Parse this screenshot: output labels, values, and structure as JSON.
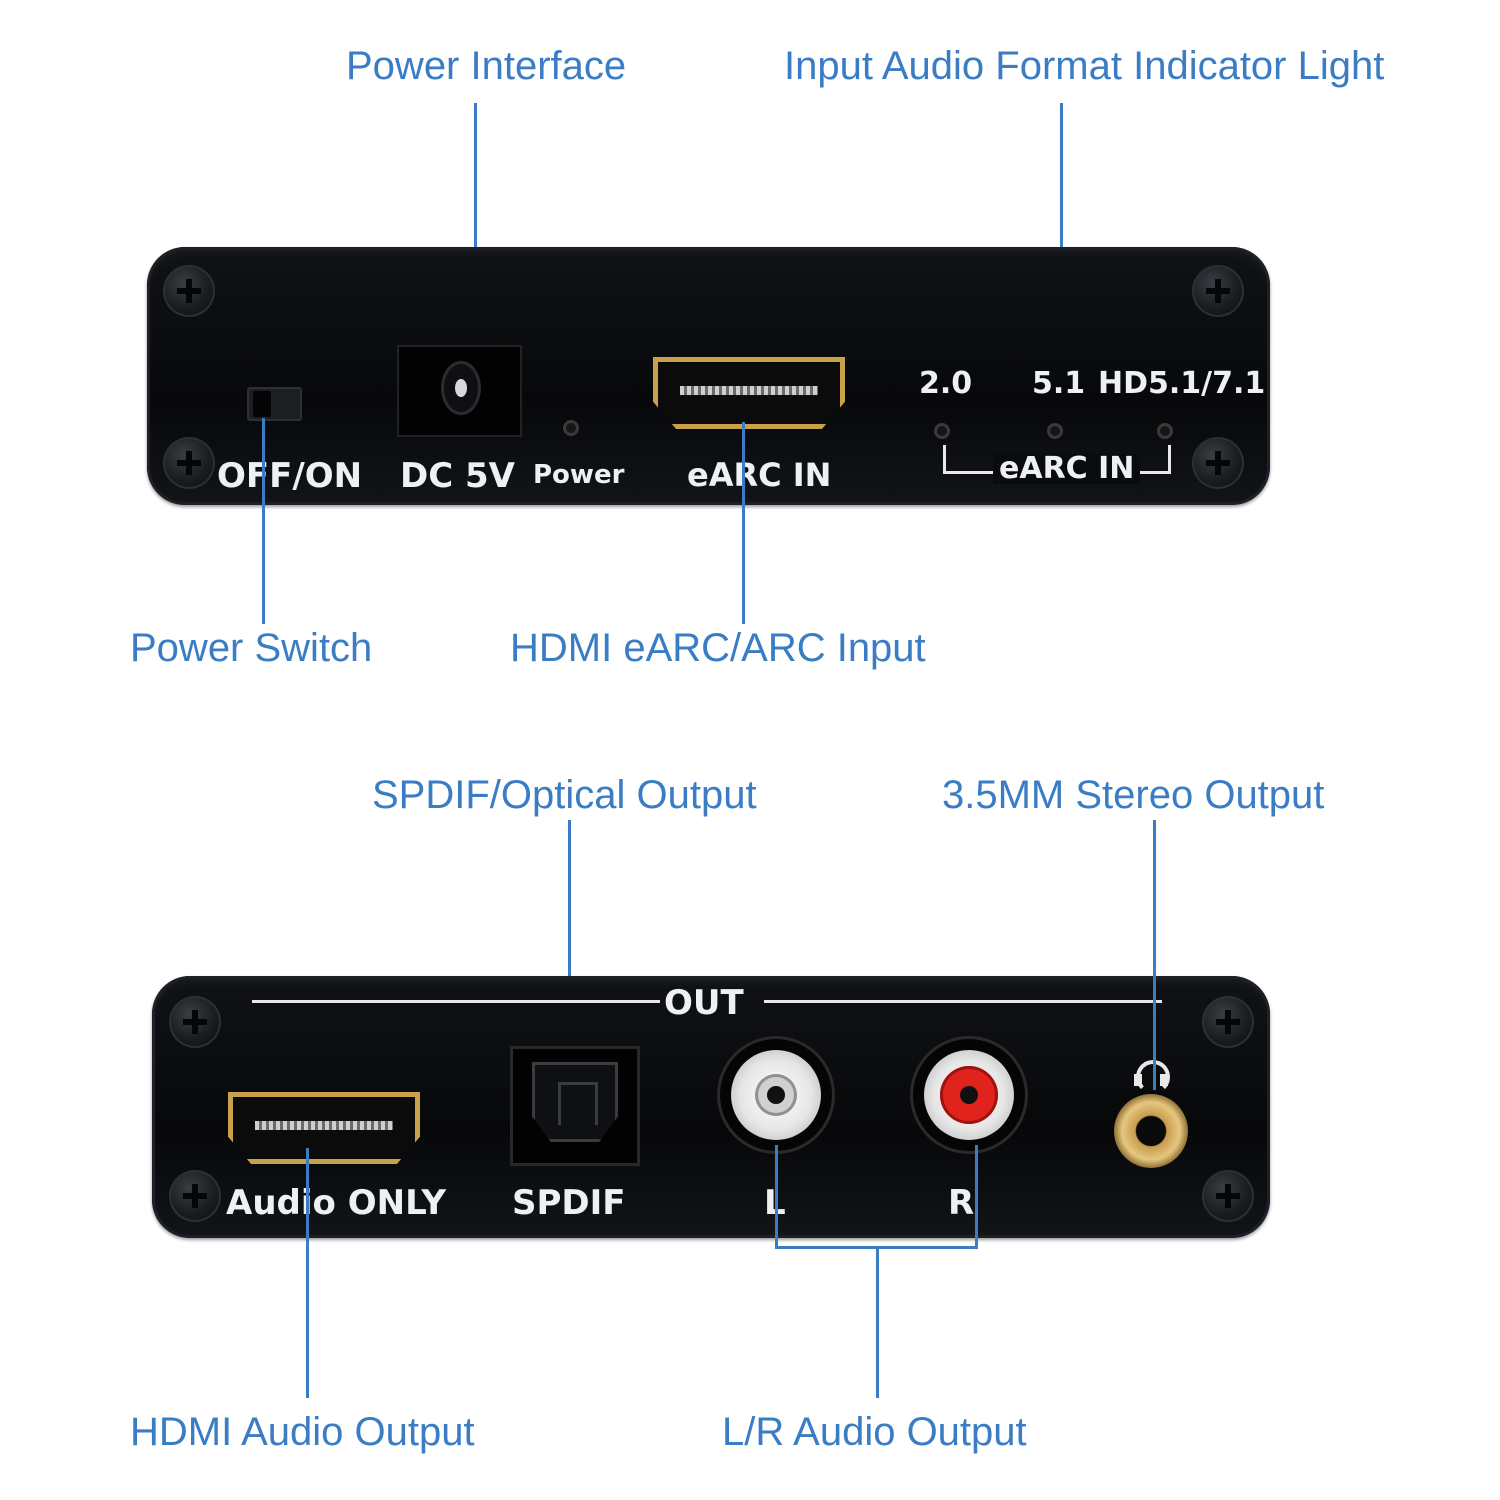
{
  "callouts": {
    "power_interface": "Power Interface",
    "indicator_light": "Input Audio Format Indicator Light",
    "power_switch": "Power Switch",
    "hdmi_earc_input": "HDMI eARC/ARC Input",
    "spdif_output": "SPDIF/Optical Output",
    "stereo_output": "3.5MM Stereo Output",
    "hdmi_audio_output": "HDMI Audio Output",
    "lr_audio_output": "L/R Audio Output"
  },
  "front_panel": {
    "off_on": "OFF/ON",
    "dc5v": "DC 5V",
    "power": "Power",
    "earc_in": "eARC IN",
    "led_20": "2.0",
    "led_51": "5.1",
    "led_hd": "HD5.1/7.1",
    "led_group": "eARC IN"
  },
  "rear_panel": {
    "out": "OUT",
    "audio_only": "Audio ONLY",
    "spdif": "SPDIF",
    "left": "L",
    "right": "R"
  },
  "colors": {
    "callout": "#3a7dc4",
    "panel": "#0a0b0d",
    "panel_text": "#eef0f2",
    "hdmi_gold": "#c8a24a",
    "rca_red": "#e0231c"
  },
  "icons": {
    "headphone": "headphone-icon"
  }
}
